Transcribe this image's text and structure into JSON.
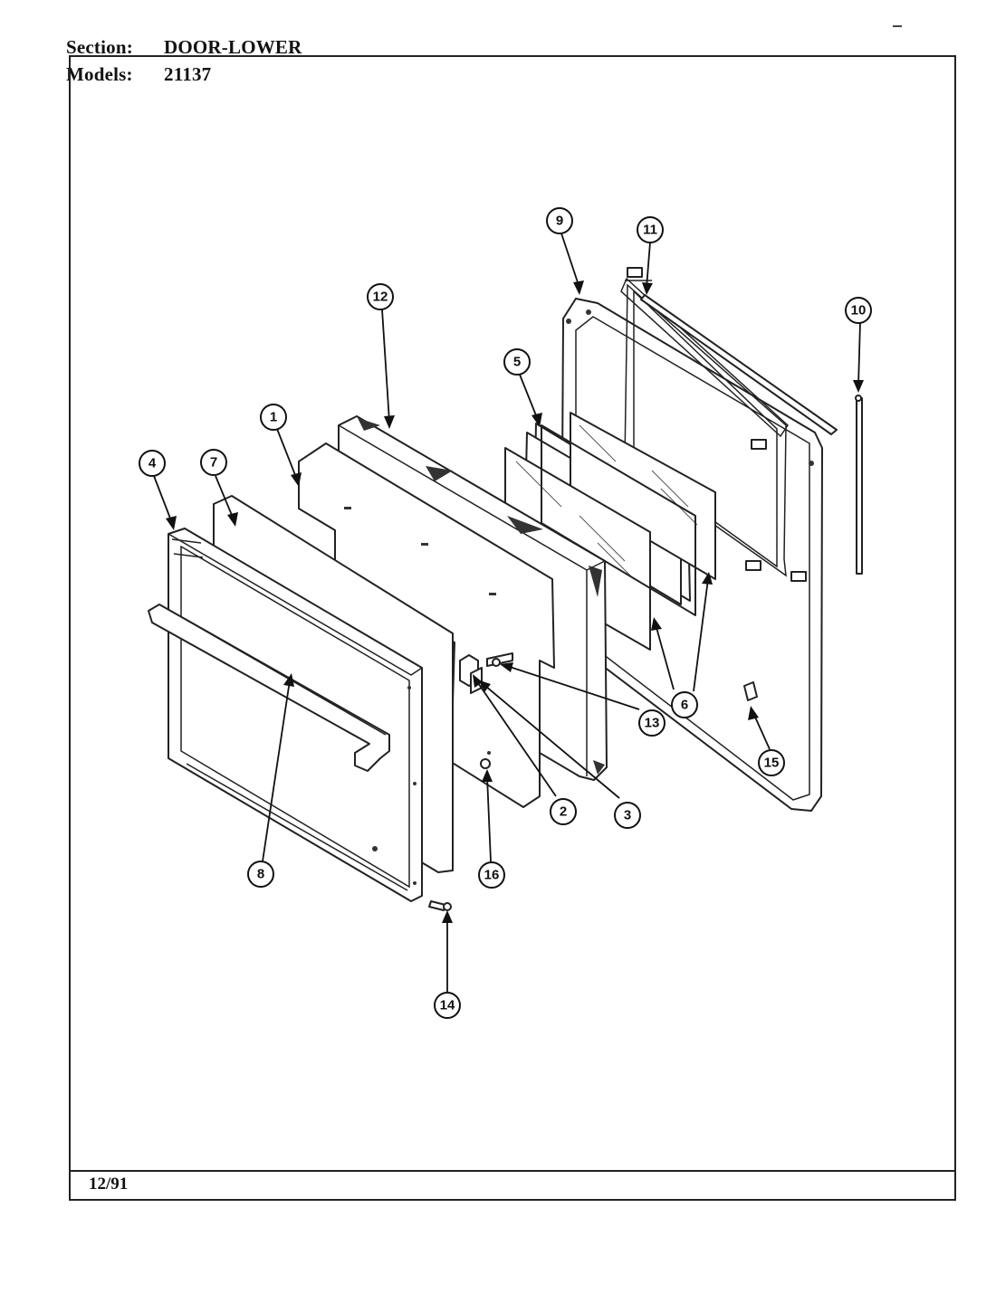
{
  "header": {
    "section_label": "Section:",
    "section_value": "DOOR-LOWER",
    "models_label": "Models:",
    "models_value": "21137"
  },
  "footer": {
    "date": "12/91"
  },
  "callouts": [
    "1",
    "2",
    "3",
    "4",
    "5",
    "6",
    "7",
    "8",
    "9",
    "10",
    "11",
    "12",
    "13",
    "14",
    "15",
    "16"
  ]
}
